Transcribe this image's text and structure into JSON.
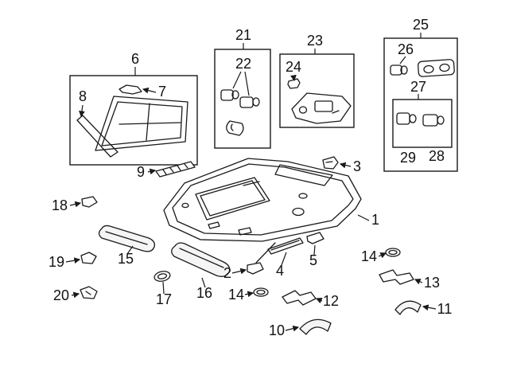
{
  "diagram": {
    "kind": "exploded-parts-diagram",
    "ink_color": "#1a1a1a",
    "background_color": "#ffffff",
    "callouts": {
      "n1": "1",
      "n2": "2",
      "n3": "3",
      "n4": "4",
      "n5": "5",
      "n6": "6",
      "n7": "7",
      "n8": "8",
      "n9": "9",
      "n10": "10",
      "n11": "11",
      "n12": "12",
      "n13": "13",
      "n14a": "14",
      "n14b": "14",
      "n15": "15",
      "n16": "16",
      "n17": "17",
      "n18": "18",
      "n19": "19",
      "n20": "20",
      "n21": "21",
      "n22": "22",
      "n23": "23",
      "n24": "24",
      "n25": "25",
      "n26": "26",
      "n27": "27",
      "n28": "28",
      "n29": "29"
    }
  }
}
